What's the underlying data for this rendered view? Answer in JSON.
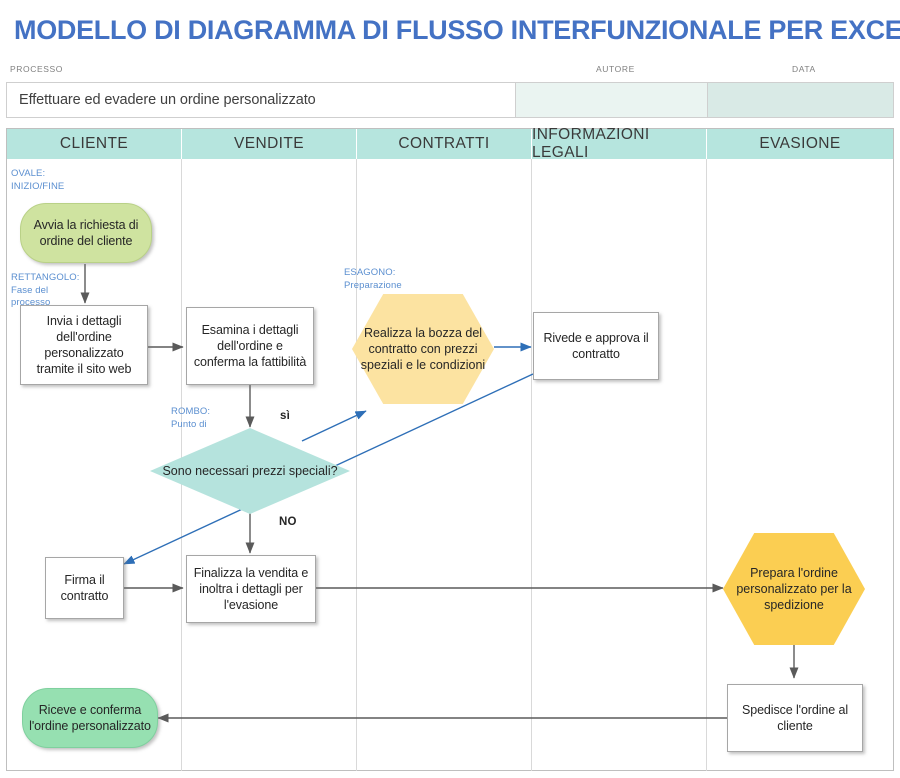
{
  "title": "MODELLO DI DIAGRAMMA DI FLUSSO INTERFUNZIONALE PER EXCEL",
  "title_color": "#4472C4",
  "meta": {
    "process_label": "PROCESSO",
    "author_label": "AUTORE",
    "date_label": "DATA",
    "process_value": "Effettuare ed evadere un ordine personalizzato",
    "author_value": "",
    "date_value": "",
    "author_bg": "#eaf4f1",
    "date_bg": "#d9eae6"
  },
  "lanes": [
    {
      "label": "CLIENTE"
    },
    {
      "label": "VENDITE"
    },
    {
      "label": "CONTRATTI"
    },
    {
      "label": "INFORMAZIONI LEGALI"
    },
    {
      "label": "EVASIONE"
    }
  ],
  "lane_header_bg": "#b6e5de",
  "annotations": [
    {
      "id": "ovale",
      "text": "OVALE:\nINIZIO/FINE"
    },
    {
      "id": "rettangolo",
      "text": "RETTANGOLO:\nFase del\nprocesso"
    },
    {
      "id": "rombo",
      "text": "ROMBO:\nPunto di"
    },
    {
      "id": "esagono",
      "text": "ESAGONO:\nPreparazione"
    }
  ],
  "nodes": {
    "start": {
      "text": "Avvia la richiesta di ordine del cliente",
      "shape": "oval",
      "color": "#cfe3a0"
    },
    "send_details": {
      "text": "Invia i dettagli dell'ordine personalizzato tramite il sito web",
      "shape": "rect",
      "color": "#ffffff"
    },
    "review_details": {
      "text": "Esamina i dettagli dell'ordine e conferma la fattibilità",
      "shape": "rect",
      "color": "#ffffff"
    },
    "decision": {
      "text": "Sono necessari prezzi speciali?",
      "shape": "diamond",
      "color": "#b5e3dd"
    },
    "draft_contract": {
      "text": "Realizza la bozza del contratto con prezzi speziali e le condizioni",
      "shape": "hexagon",
      "color": "#fce3a1"
    },
    "approve_contract": {
      "text": "Rivede e approva il contratto",
      "shape": "rect",
      "color": "#ffffff"
    },
    "sign_contract": {
      "text": "Firma il contratto",
      "shape": "rect",
      "color": "#ffffff"
    },
    "finalize_sale": {
      "text": "Finalizza la vendita e inoltra i dettagli per l'evasione",
      "shape": "rect",
      "color": "#ffffff"
    },
    "prepare_order": {
      "text": "Prepara l'ordine personalizzato per la spedizione",
      "shape": "hexagon",
      "color": "#fbce52"
    },
    "ship_order": {
      "text": "Spedisce l'ordine al cliente",
      "shape": "rect",
      "color": "#ffffff"
    },
    "end": {
      "text": "Riceve e conferma l'ordine personalizzato",
      "shape": "oval",
      "color": "#96e0b1"
    }
  },
  "branch_labels": {
    "yes": "sì",
    "no": "NO"
  },
  "connector_colors": {
    "gray": "#5a5a5a",
    "blue": "#2e6fb7"
  }
}
